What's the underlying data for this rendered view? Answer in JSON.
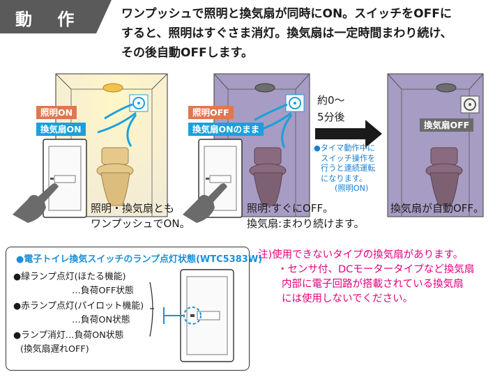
{
  "header": {
    "title": "動 作",
    "description_lines": [
      "ワンプッシュで照明と換気扇が同時にON。スイッチをOFFに",
      "すると、照明はすぐさま消灯。換気扇は一定時間まわり続け、",
      "その後自動OFFします。"
    ]
  },
  "scene1": {
    "tag_light": "照明ON",
    "tag_fan": "換気扇ON",
    "caption_lines": [
      "照明・換気扇とも",
      "ワンプッシュでON。"
    ]
  },
  "scene2": {
    "tag_light": "照明OFF",
    "tag_fan": "換気扇ONのまま",
    "caption_lines": [
      "照明:すぐにOFF。",
      "換気扇:まわり続けます。"
    ]
  },
  "transition": {
    "delay_lines": [
      "約0～",
      "5分後"
    ],
    "note_lines": [
      "●タイマ動作中に",
      "スイッチ操作を",
      "行うと連続運転",
      "になります。",
      "(照明ON)"
    ]
  },
  "scene3": {
    "tag_fan": "換気扇OFF",
    "caption_lines": [
      "換気扇が自動OFF。"
    ]
  },
  "lamp_status": {
    "title": "●電子トイレ換気スイッチのランプ点灯状態(WTC5383W)",
    "lines": [
      "●緑ランプ点灯(ほたる機能)",
      "…負荷OFF状態",
      "●赤ランプ点灯(パイロット機能)",
      "…負荷ON状態",
      "●ランプ消灯…負荷ON状態",
      "(換気扇遅れOFF)"
    ]
  },
  "warning": {
    "lines": [
      "注)使用できないタイプの換気扇があります。",
      "・センサ付、DCモータータイプなど換気扇",
      "内部に電子回路が搭載されている換気扇",
      "には使用しないでください。"
    ]
  },
  "colors": {
    "header_bg": "#5a5a5a",
    "lit_room": "#f6f1dc",
    "dark_room": "#a79cc4",
    "fan_blue": "#1aa0dc",
    "accent_orange": "#e0774f",
    "note_blue": "#1a7fd0",
    "warning_pink": "#e6007e"
  },
  "icons": [
    "hand-pointer-icon",
    "fan-icon",
    "light-fixture-icon",
    "arrow-right-icon",
    "toilet-icon",
    "wall-switch-icon"
  ]
}
